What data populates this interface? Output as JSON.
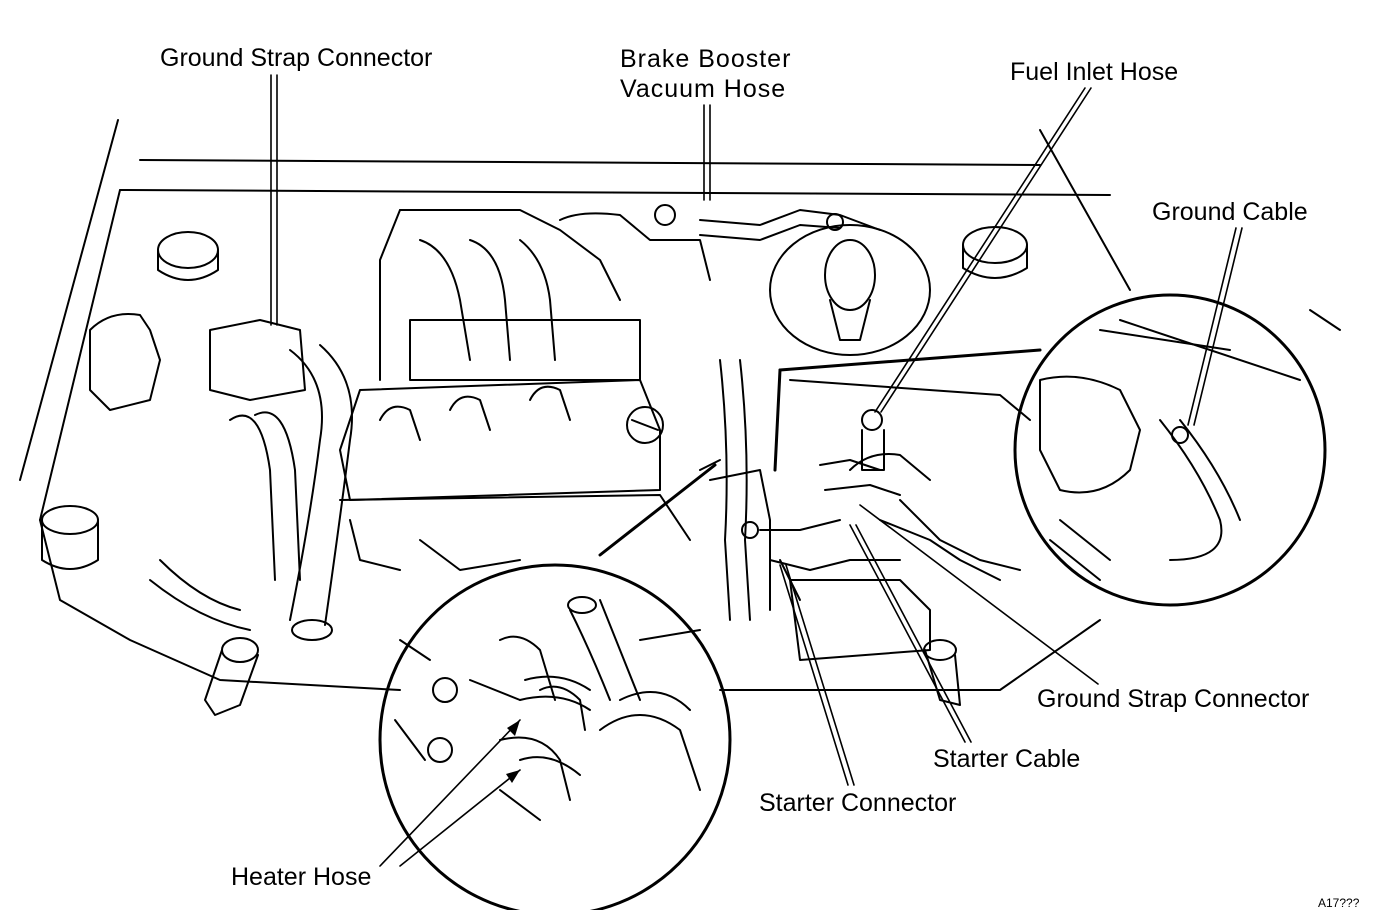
{
  "labels": {
    "ground_strap_connector_top": "Ground Strap Connector",
    "brake_booster_line1": "Brake  Booster",
    "brake_booster_line2": "Vacuum Hose",
    "fuel_inlet_hose": "Fuel Inlet Hose",
    "ground_cable": "Ground Cable",
    "ground_strap_connector_right": "Ground Strap Connector",
    "starter_cable": "Starter Cable",
    "starter_connector": "Starter Connector",
    "heater_hose": "Heater Hose"
  },
  "figure_number": "A17???",
  "colors": {
    "ink": "#000000",
    "paper": "#ffffff"
  }
}
